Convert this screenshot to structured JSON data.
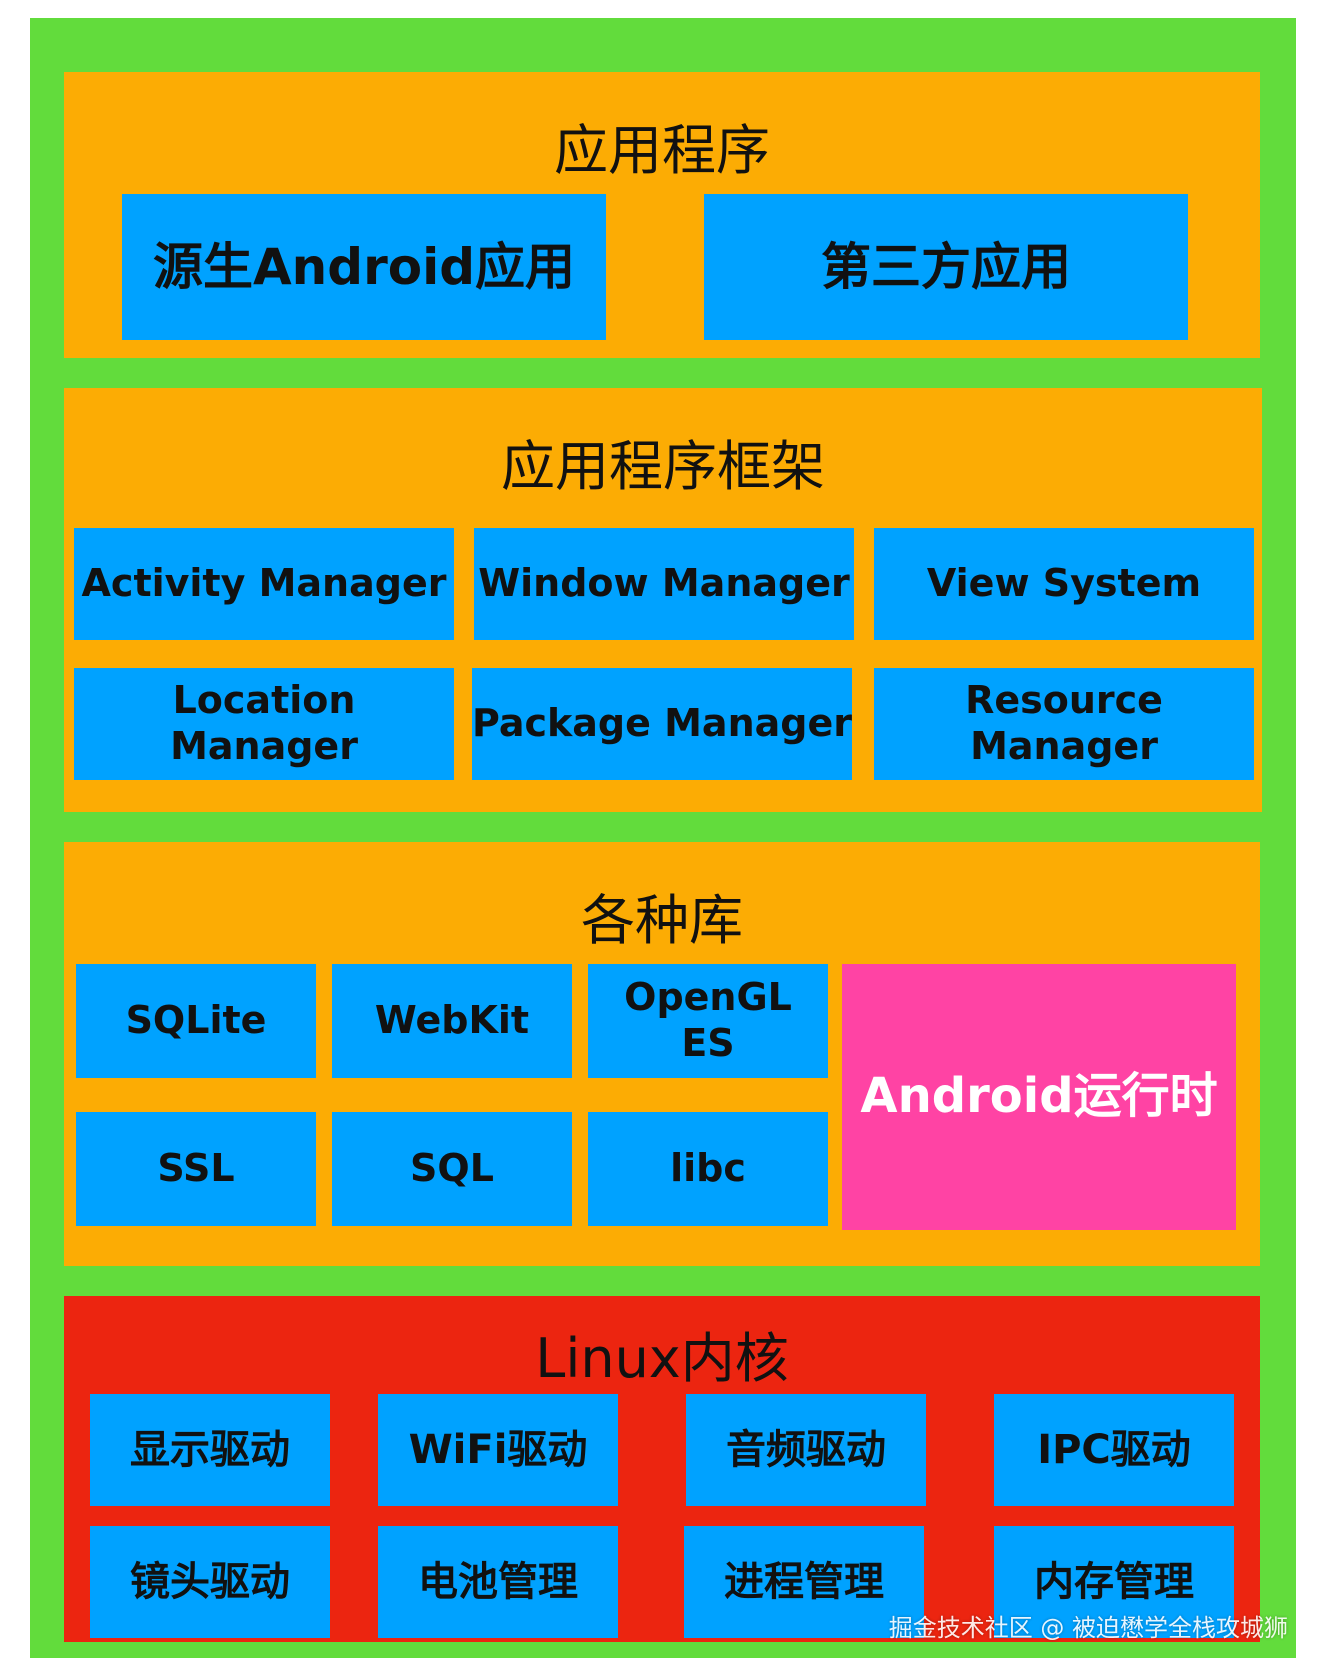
{
  "apps": {
    "title": "应用程序",
    "items": [
      "源生Android应用",
      "第三方应用"
    ]
  },
  "framework": {
    "title": "应用程序框架",
    "items": [
      "Activity Manager",
      "Window Manager",
      "View System",
      "Location Manager",
      "Package Manager",
      "Resource Manager"
    ]
  },
  "libraries": {
    "title": "各种库",
    "items": [
      "SQLite",
      "WebKit",
      "OpenGL ES",
      "SSL",
      "SQL",
      "libc"
    ],
    "runtime": "Android运行时"
  },
  "kernel": {
    "title": "Linux内核",
    "items": [
      "显示驱动",
      "WiFi驱动",
      "音频驱动",
      "IPC驱动",
      "镜头驱动",
      "电池管理",
      "进程管理",
      "内存管理"
    ]
  },
  "watermark": "掘金技术社区 @ 被迫懋学全栈攻城狮",
  "colors": {
    "frame": "#62dc3c",
    "layer": "#fcac04",
    "kernel_layer": "#ec2510",
    "component": "#00a2ff",
    "runtime": "#ff43a4"
  }
}
